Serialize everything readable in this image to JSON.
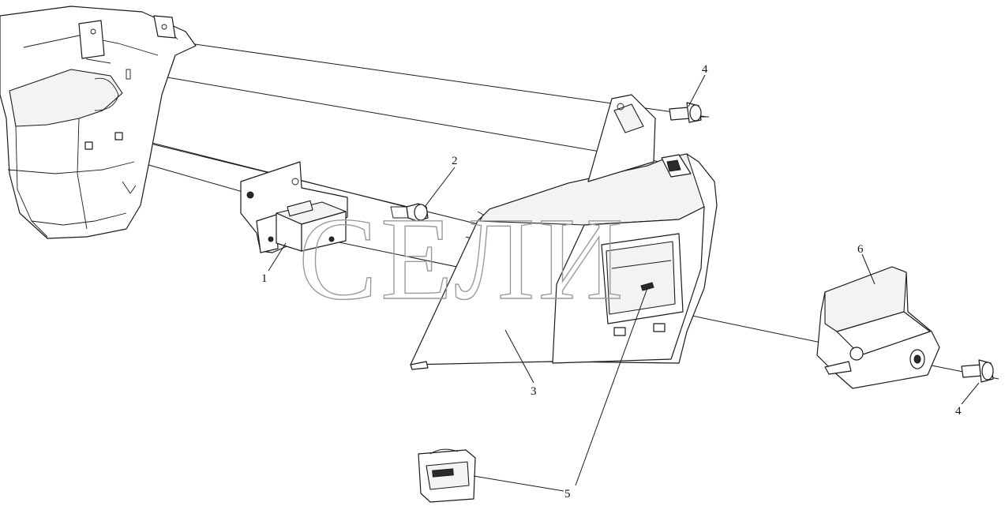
{
  "watermark": "СЕЛИ",
  "callouts": {
    "part_1": "1",
    "part_2": "2",
    "part_3": "3",
    "part_4_top": "4",
    "part_4_right": "4",
    "part_5": "5",
    "part_6": "6"
  }
}
